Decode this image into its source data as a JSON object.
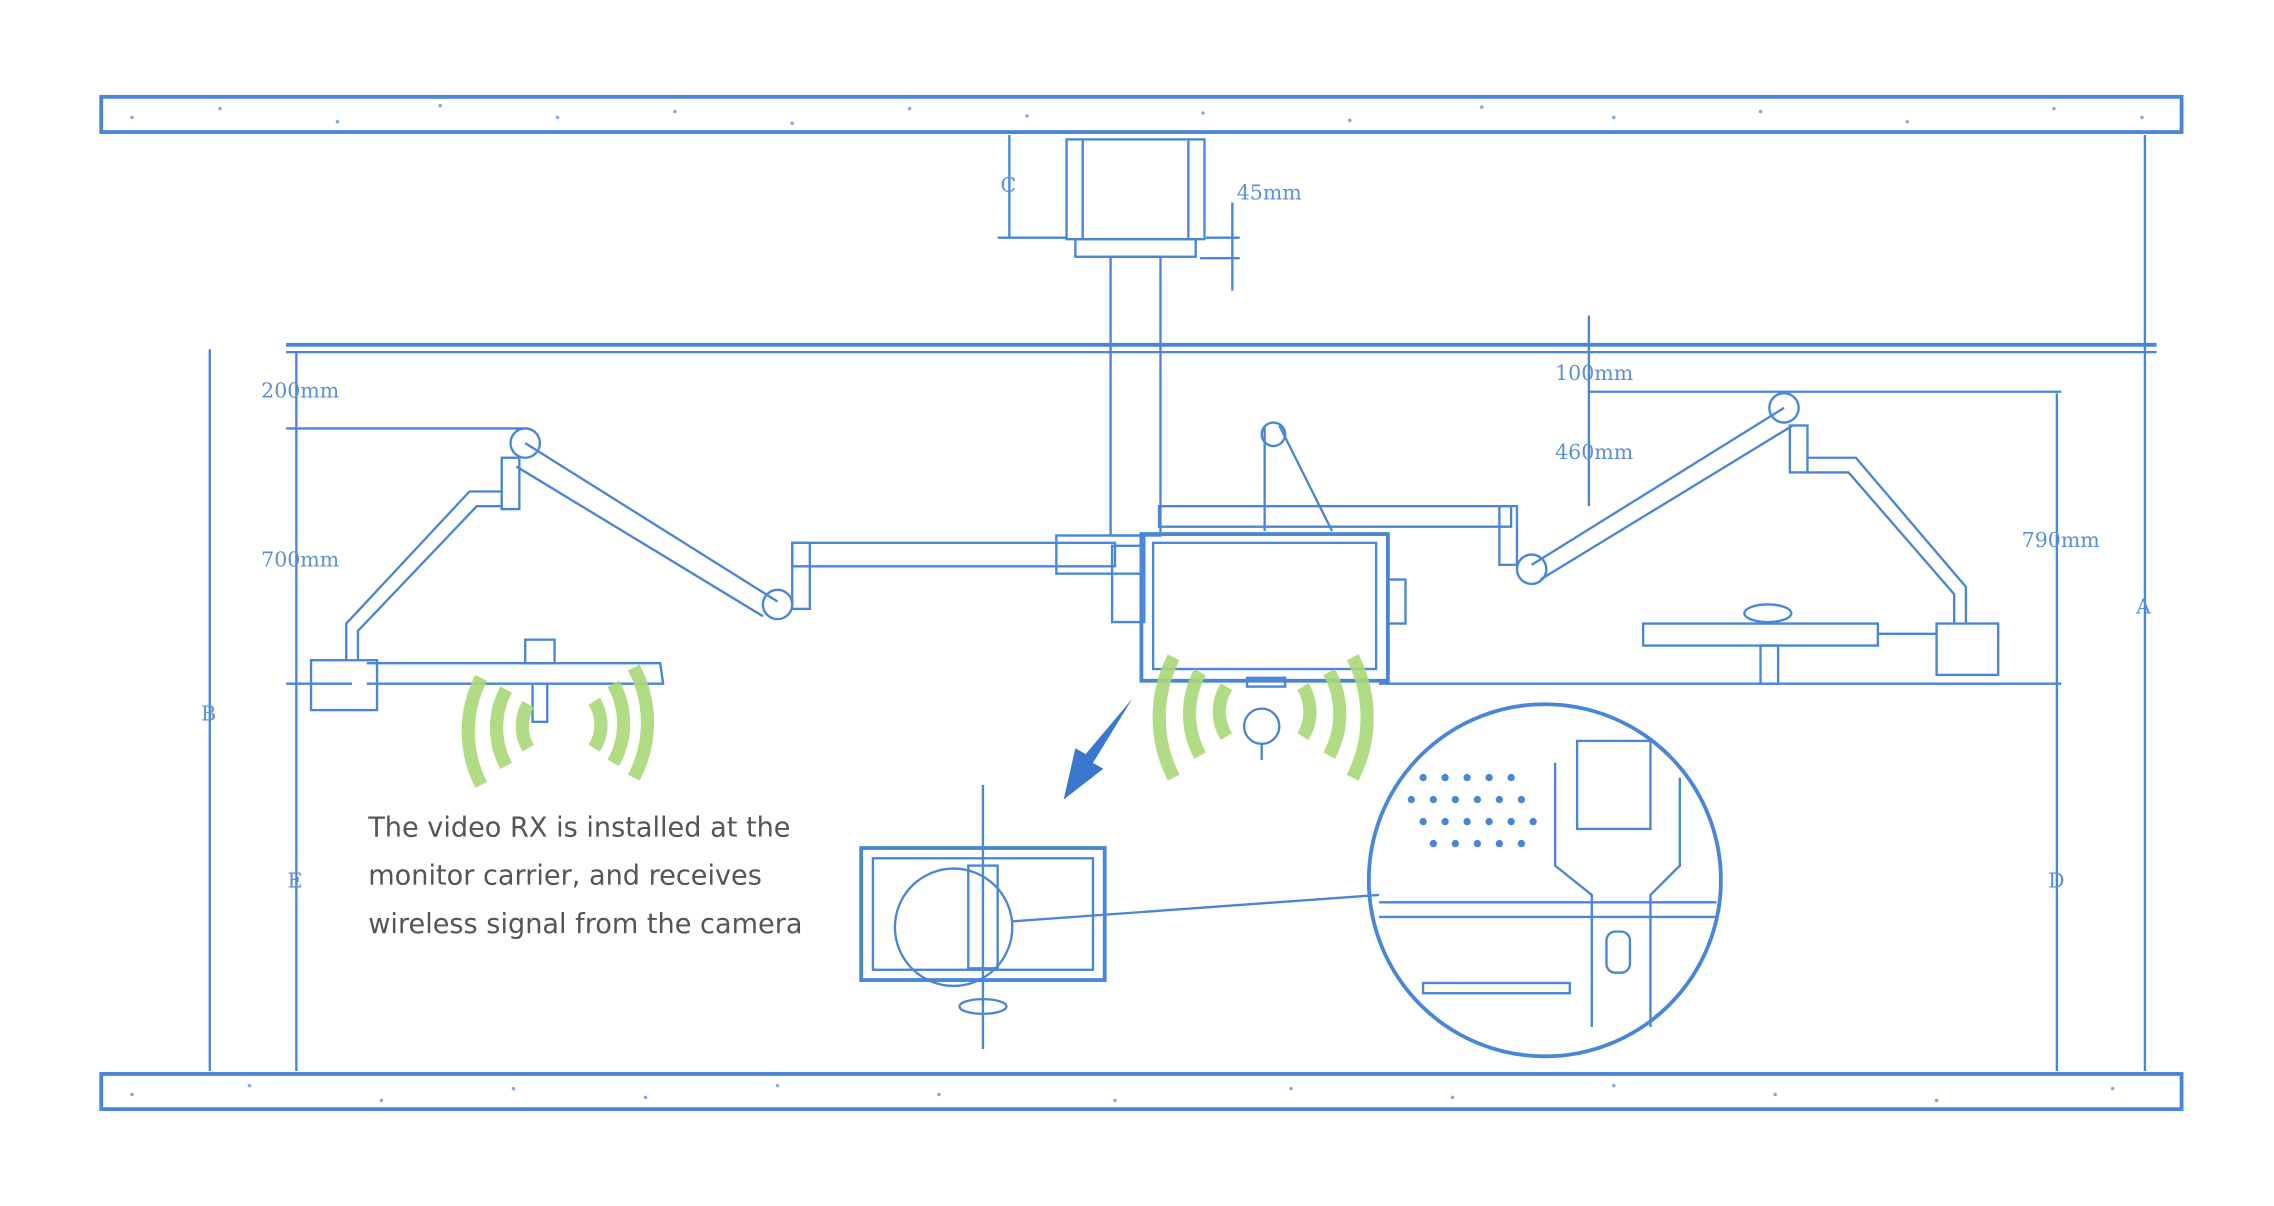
{
  "dimensions": {
    "c": "C",
    "d45": "45mm",
    "d200": "200mm",
    "d700": "700mm",
    "d100": "100mm",
    "d460": "460mm",
    "d790": "790mm",
    "a": "A",
    "b": "B",
    "d": "D",
    "e": "E"
  },
  "caption": {
    "line1": "The video RX is installed at the",
    "line2": "monitor carrier, and receives",
    "line3": "wireless signal from the camera"
  },
  "colors": {
    "line": "#4a86d8",
    "signal": "#a8d878",
    "text": "#555555"
  }
}
